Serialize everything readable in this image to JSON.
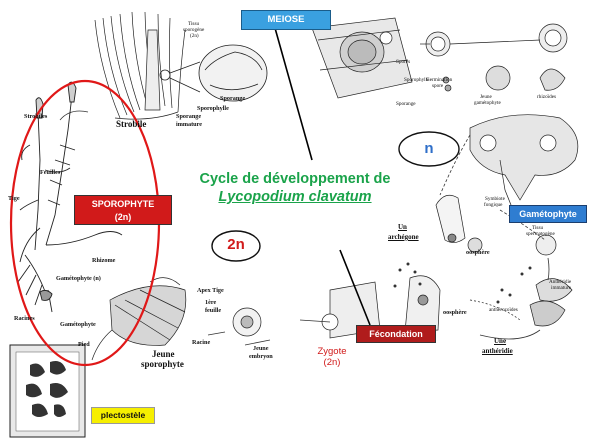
{
  "title": {
    "line1": "Cycle de développement de",
    "line2": "Lycopodium clavatum"
  },
  "boxes": {
    "meiose": "MEIOSE",
    "sporophyte_line1": "SPOROPHYTE",
    "sporophyte_line2": "(2n)",
    "gametophyte": "Gamétophyte",
    "fecondation": "Fécondation",
    "plectostele": "plectostèle"
  },
  "ploidy": {
    "diploid": "2n",
    "haploid": "n"
  },
  "zygote": {
    "line1": "Zygote",
    "line2": "(2n)"
  },
  "labels": {
    "strobile": "Strobile",
    "strobiles": "Strobiles",
    "feuilles": "Feuilles",
    "tige": "Tige",
    "rhizome": "Rhizome",
    "gametophyte_n": "Gamétophyte (n)",
    "racines": "Racines",
    "gametophyte": "Gamétophyte",
    "pied": "Pied",
    "apex_tige": "Apex Tige",
    "premiere_feuille_1": "1ère",
    "premiere_feuille_2": "feuille",
    "racine": "Racine",
    "jeune_sporophyte_1": "Jeune",
    "jeune_sporophyte_2": "sporophyte",
    "jeune_embryon_1": "Jeune",
    "jeune_embryon_2": "embryon",
    "tissu_sporogene_1": "Tissu",
    "tissu_sporogene_2": "sporogène",
    "tissu_sporogene_3": "(2n)",
    "sporange": "Sporange",
    "sporophylle": "Sporophylle",
    "sporange_immature_1": "Sporange",
    "sporange_immature_2": "immature",
    "spores": "Spores",
    "sporophylle_r": "Sporophylle",
    "sporange_r": "Sporange",
    "germination_1": "Germination",
    "germination_2": "spore",
    "jeune_gametophyte_1": "Jeune",
    "jeune_gametophyte_2": "gamétophyte",
    "rhizoides": "rhizoïdes",
    "symbiote_1": "Symbiote",
    "symbiote_2": "fongique",
    "tissu_spermatogene_1": "Tissu",
    "tissu_spermatogene_2": "spermatogène",
    "un_archegone_1": "Un",
    "un_archegone_2": "archégone",
    "oosphere_top": "oosphère",
    "oosphere_bottom": "oosphère",
    "antherozoides": "anthérozoïdes",
    "antheridie_1": "Anthéridie",
    "antheridie_2": "immature",
    "une_antheridie_1": "Une",
    "une_antheridie_2": "anthéridie"
  },
  "colors": {
    "title_green": "#1aa34a",
    "meiose_bg": "#3aa0e0",
    "gametophyte_bg": "#2f7dd1",
    "sporophyte_bg": "#d11a1a",
    "fecondation_bg": "#b01c1c",
    "plectostele_bg": "#f6ef00",
    "ploidy_red": "#d11a1a",
    "ploidy_blue": "#2f6fc9",
    "ellipse_red": "#e01818"
  }
}
